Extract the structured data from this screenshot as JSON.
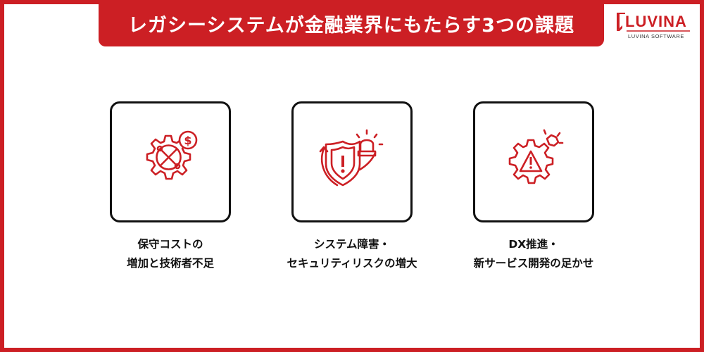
{
  "header": {
    "title": "レガシーシステムが金融業界にもたらす3つの課題"
  },
  "logo": {
    "wordmark": "LUVINA",
    "tagline": "LUVINA SOFTWARE"
  },
  "colors": {
    "accent": "#cc1f24",
    "card_border": "#111111",
    "text": "#111111"
  },
  "items": [
    {
      "icon": "gear-wrench-dollar-icon",
      "line1": "保守コストの",
      "line2": "増加と技術者不足"
    },
    {
      "icon": "shield-alarm-icon",
      "line1": "システム障害・",
      "line2": "セキュリティリスクの増大"
    },
    {
      "icon": "gear-warning-icon",
      "line1": "DX推進・",
      "line2": "新サービス開発の足かせ"
    }
  ]
}
